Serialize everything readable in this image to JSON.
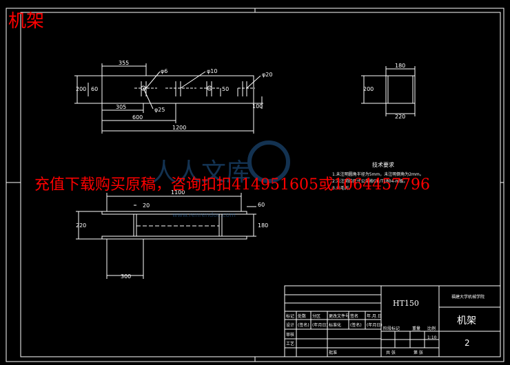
{
  "overlay": {
    "title": "机架",
    "promo": "充值下载购买原稿，咨询扣扣414951605或1064457796",
    "watermark_url": "www.renrendoc.com"
  },
  "top_view": {
    "dims": [
      "355",
      "200",
      "60",
      "305",
      "600",
      "1200",
      "50",
      "100"
    ],
    "callouts": [
      "φ6",
      "φ10",
      "φ20",
      "φ25"
    ]
  },
  "side_view": {
    "dims": [
      "180",
      "200",
      "220"
    ]
  },
  "front_view": {
    "dims": [
      "1100",
      "20",
      "220",
      "180",
      "300",
      "60"
    ]
  },
  "tech_req": {
    "heading": "技术要求",
    "lines": [
      "1.未注明圆角半径为5mm，未注明倒角为2mm。",
      "2.未注明的尺寸公差按GB/T1804-m级。",
      "3.去毛刺。"
    ]
  },
  "title_block": {
    "material": "HT150",
    "school": "福建大学机械学院",
    "part_name": "机架",
    "sheet_no": "2",
    "scale": "1:10",
    "row_labels": [
      "标记",
      "处数",
      "分区",
      "更改文件号",
      "签名",
      "年.月.日"
    ],
    "row_labels2": [
      "设计",
      "(签名)",
      "(年月日)",
      "标准化",
      "(签名)",
      "(年月日)"
    ],
    "row_labels3": [
      "审核",
      "工艺",
      "批准"
    ],
    "stage_labels": [
      "阶段标记",
      "重量",
      "比例"
    ],
    "sheet_labels": [
      "共 张",
      "第 张"
    ]
  }
}
